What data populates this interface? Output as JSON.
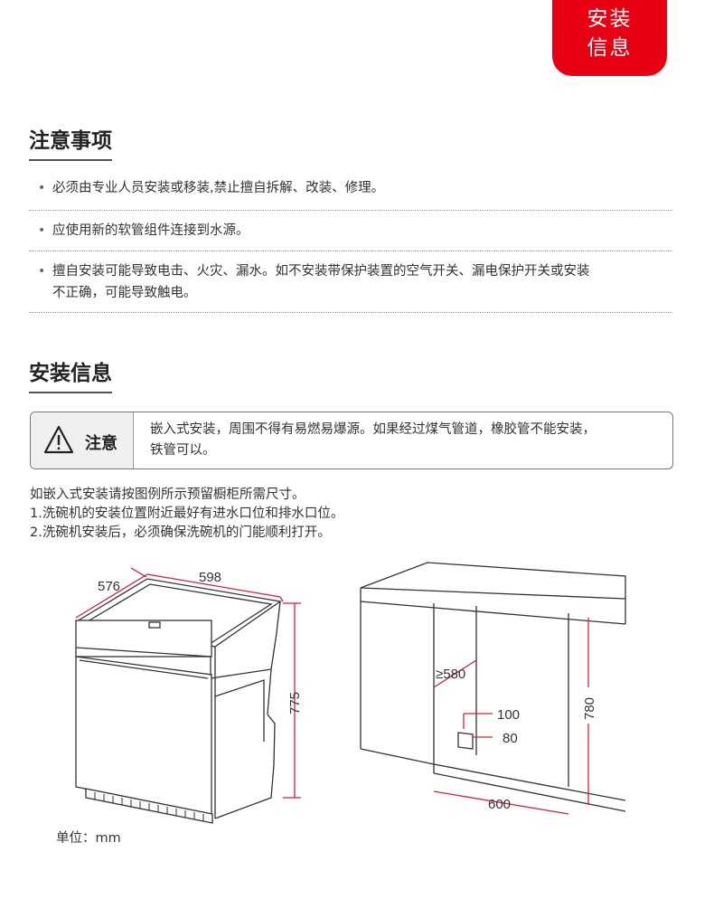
{
  "tab": {
    "line1": "安装",
    "line2": "信息"
  },
  "precautions": {
    "title": "注意事项",
    "items": [
      {
        "text": "必须由专业人员安装或移装,禁止擅自拆解、改装、修理。"
      },
      {
        "text": "应使用新的软管组件连接到水源。"
      },
      {
        "text_line1": "擅自安装可能导致电击、火灾、漏水。如不安装带保护装置的空气开关、漏电保护开关或安装",
        "text_line2": "不正确，可能导致触电。"
      }
    ]
  },
  "install": {
    "title": "安装信息",
    "notice_label": "注意",
    "notice_line1": "嵌入式安装，周围不得有易燃易爆源。如果经过煤气管道，橡胶管不能安装，",
    "notice_line2": "铁管可以。",
    "lines": [
      "如嵌入式安装请按图例所示预留橱柜所需尺寸。",
      "1.洗碗机的安装位置附近最好有进水口位和排水口位。",
      "2.洗碗机安装后，必须确保洗碗机的门能顺利打开。"
    ]
  },
  "diagram_left": {
    "depth": "576",
    "width": "598",
    "height": "775"
  },
  "diagram_right": {
    "depth": "≥580",
    "pipe_h": "100",
    "pipe_w": "80",
    "height": "780",
    "width": "600"
  },
  "unit_label": "单位：mm",
  "colors": {
    "accent": "#e60012",
    "dimension_line": "#d81e3a"
  }
}
